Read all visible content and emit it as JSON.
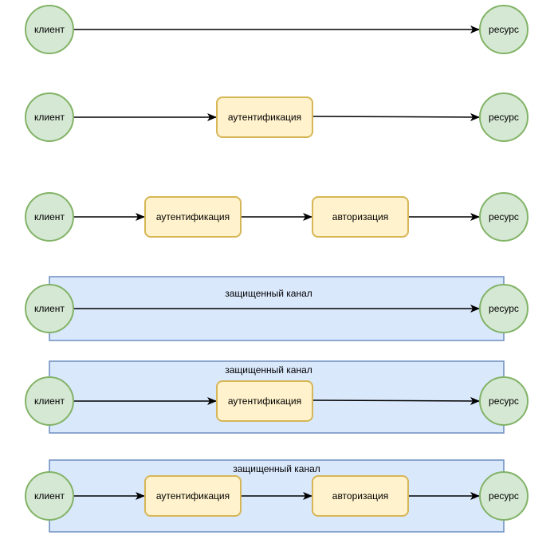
{
  "diagram": {
    "labels": {
      "client": "клиент",
      "resource": "ресурс",
      "authentication": "аутентификация",
      "authorization": "авторизация",
      "secure_channel": "защищенный канал"
    },
    "rows": [
      {
        "channel": false,
        "steps": []
      },
      {
        "channel": false,
        "steps": [
          "authentication"
        ]
      },
      {
        "channel": false,
        "steps": [
          "authentication",
          "authorization"
        ]
      },
      {
        "channel": true,
        "steps": []
      },
      {
        "channel": true,
        "steps": [
          "authentication"
        ]
      },
      {
        "channel": true,
        "steps": [
          "authentication",
          "authorization"
        ]
      }
    ],
    "colors": {
      "node_fill": "#d5e8d4",
      "node_stroke": "#82b366",
      "process_fill": "#fff2cc",
      "process_stroke": "#d6b656",
      "channel_fill": "#dae8fc",
      "channel_stroke": "#6c8ebf",
      "edge": "#000000"
    }
  }
}
